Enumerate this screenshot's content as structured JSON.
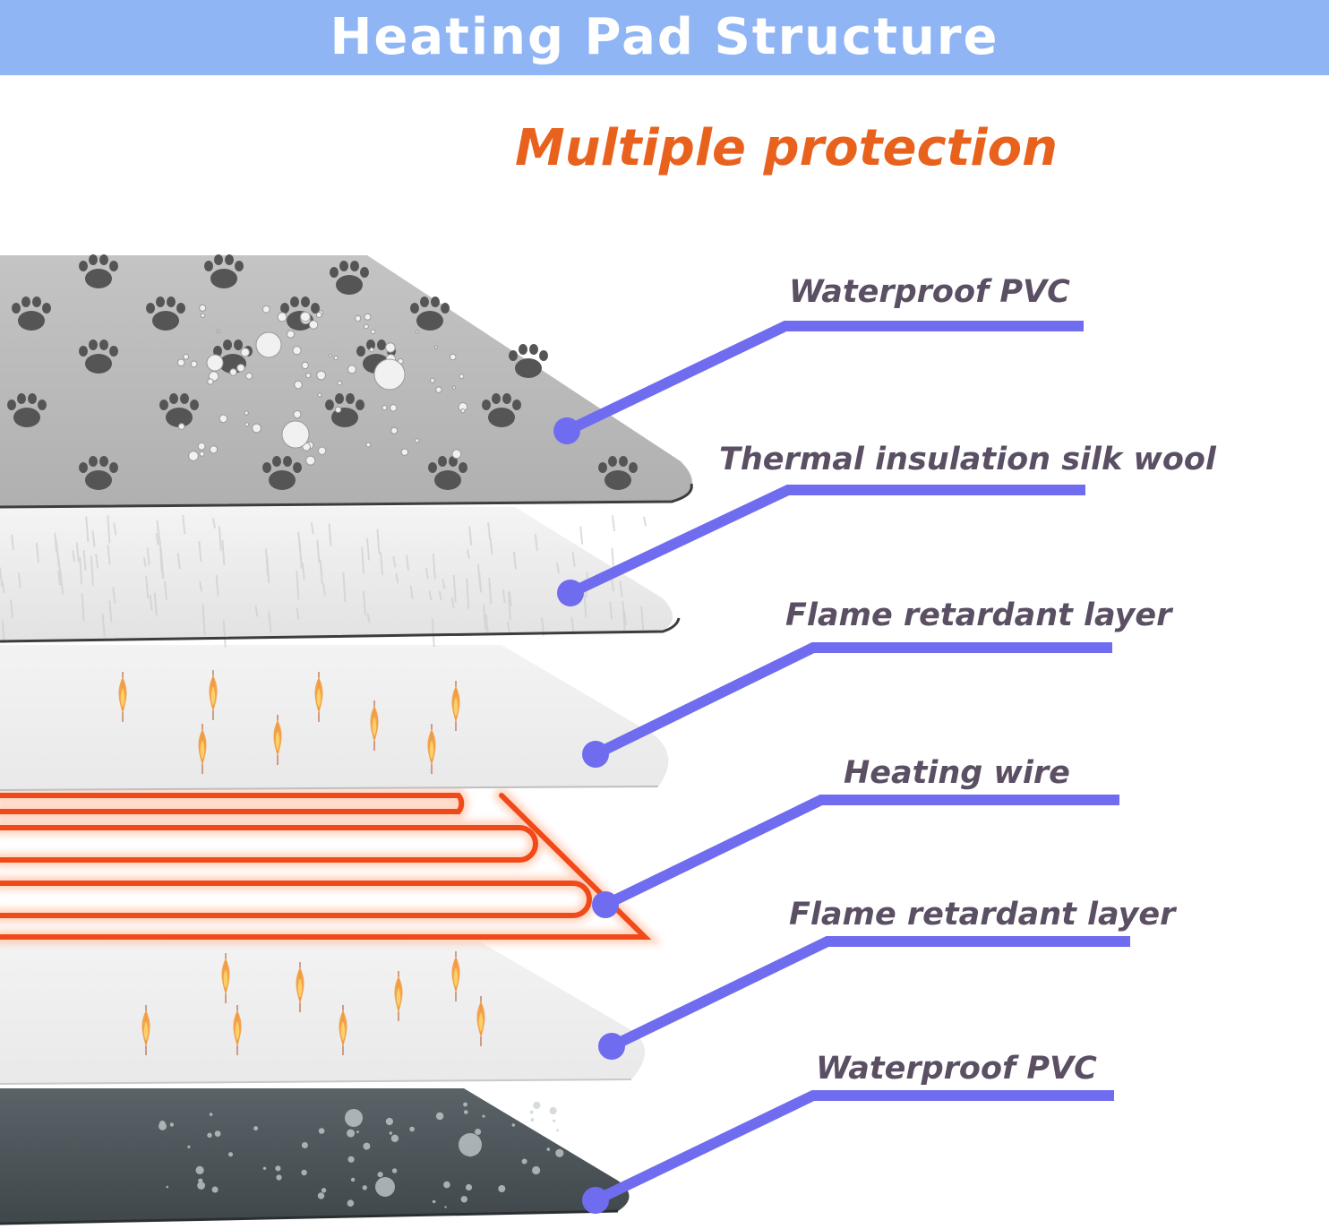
{
  "header": {
    "title": "Heating Pad Structure"
  },
  "subtitle": "Multiple protection",
  "colors": {
    "banner": "#8fb5f5",
    "subtitle": "#e8621e",
    "leader": "#6f6cf0",
    "label": "#5a4f63",
    "heating_wire": "#f04a1a"
  },
  "layers": [
    {
      "label": "Waterproof PVC",
      "texture": "paw-print-pattern"
    },
    {
      "label": "Thermal insulation silk wool",
      "texture": "silk-wool-fibers"
    },
    {
      "label": "Flame retardant layer",
      "texture": "flame-marks"
    },
    {
      "label": "Heating wire",
      "texture": "heating-wire-coil"
    },
    {
      "label": "Flame retardant layer",
      "texture": "flame-marks"
    },
    {
      "label": "Waterproof PVC",
      "texture": "water-droplets"
    }
  ]
}
